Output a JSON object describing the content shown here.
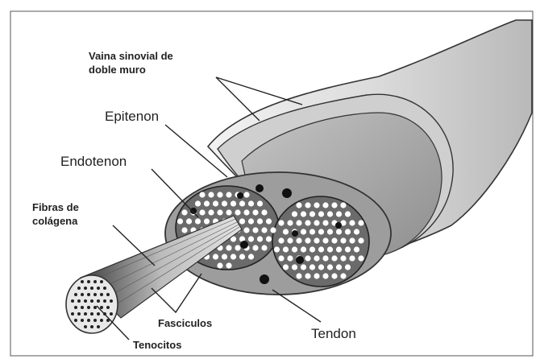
{
  "diagram": {
    "labels": {
      "vaina_line1": "Vaina sinovial de",
      "vaina_line2": "doble muro",
      "epitenon": "Epitenon",
      "endotenon": "Endotenon",
      "fibras_line1": "Fibras de",
      "fibras_line2": "colágena",
      "fasciculos": "Fasciculos",
      "tenocitos": "Tenocitos",
      "tendon": "Tendon"
    },
    "colors": {
      "sheath_outer": "#d9d9d9",
      "sheath_inner": "#c6c6c6",
      "tendon_body": "#a9a9a9",
      "fascicle": "#6f6f6f",
      "fiber_dot": "#ffffff",
      "cell_dot": "#1a1a1a",
      "outline": "#333333"
    }
  }
}
